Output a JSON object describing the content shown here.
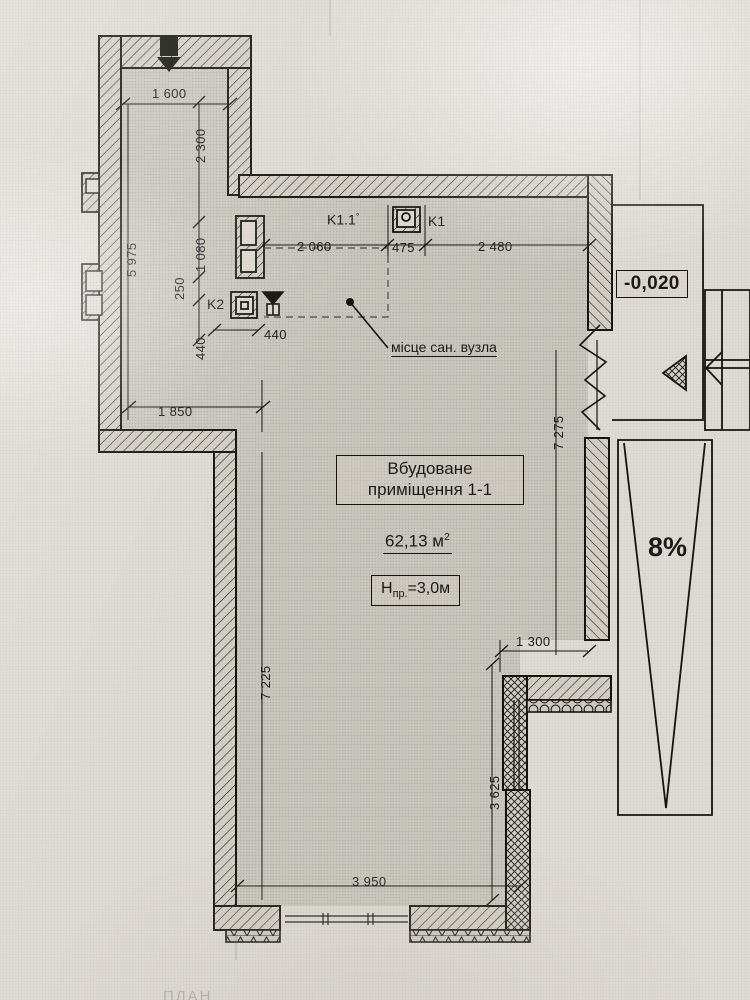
{
  "sheet": {
    "kind": "architectural-floor-plan",
    "paper_color": "#dedad4",
    "ink_color": "#1b1b1b",
    "floor_fill": "#c9c6be"
  },
  "room": {
    "name_line1": "Вбудоване",
    "name_line2": "приміщення 1-1",
    "area": "62,13 м",
    "area_unit_sup": "2",
    "height_prefix": "Н",
    "height_sub": "пр.",
    "height_value": "=3,0м"
  },
  "annotations": {
    "sanitary_note": "місце сан. вузла",
    "elevation_mark": "-0,020",
    "ramp_slope": "8%",
    "riser_k1_1": "K1.1",
    "riser_k1_1_sup": "°",
    "riser_k1": "K1",
    "riser_k2": "K2",
    "bottom_faint": "ПЛАН"
  },
  "dimensions": {
    "top_run": "1 600",
    "top_depth": "2 300",
    "left_total": "5 975",
    "left_1080": "1 080",
    "left_250": "250",
    "left_440": "440",
    "left_1850": "1 850",
    "inner_440": "440",
    "top_2060": "2 060",
    "top_475": "475",
    "top_2480": "2 480",
    "right_7275": "7 275",
    "left_7225": "7 225",
    "notch_1300": "1 300",
    "notch_3625": "3 625",
    "bottom_3950": "3 950"
  }
}
